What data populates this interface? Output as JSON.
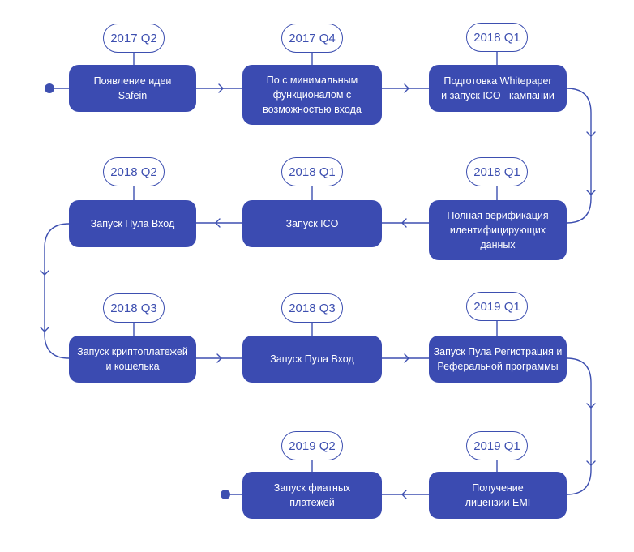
{
  "colors": {
    "accent": "#3b4bb1",
    "line": "#3d4fb0",
    "background": "#ffffff"
  },
  "milestones": [
    {
      "period": "2017 Q2",
      "lines": [
        "Появление идеи",
        "Safein"
      ]
    },
    {
      "period": "2017 Q4",
      "lines": [
        "По с минимальным",
        "функционалом с",
        "возможностью входа"
      ]
    },
    {
      "period": "2018 Q1",
      "lines": [
        "Подготовка Whitepaper",
        "и запуск ICO –кампании"
      ]
    },
    {
      "period": "2018 Q1",
      "lines": [
        "Полная верификация",
        "идентифицирующих",
        "данных"
      ]
    },
    {
      "period": "2018 Q1",
      "lines": [
        "Запуск ICO"
      ]
    },
    {
      "period": "2018 Q2",
      "lines": [
        "Запуск Пула Вход"
      ]
    },
    {
      "period": "2018 Q3",
      "lines": [
        "Запуск криптоплатежей",
        "и кошелька"
      ]
    },
    {
      "period": "2018 Q3",
      "lines": [
        "Запуск Пула Вход"
      ]
    },
    {
      "period": "2019 Q1",
      "lines": [
        "Запуск Пула Регистрация и",
        "Реферальной программы"
      ]
    },
    {
      "period": "2019 Q1",
      "lines": [
        "Получение",
        "лицензии EMI"
      ]
    },
    {
      "period": "2019 Q2",
      "lines": [
        "Запуск фиатных",
        "платежей"
      ]
    }
  ]
}
